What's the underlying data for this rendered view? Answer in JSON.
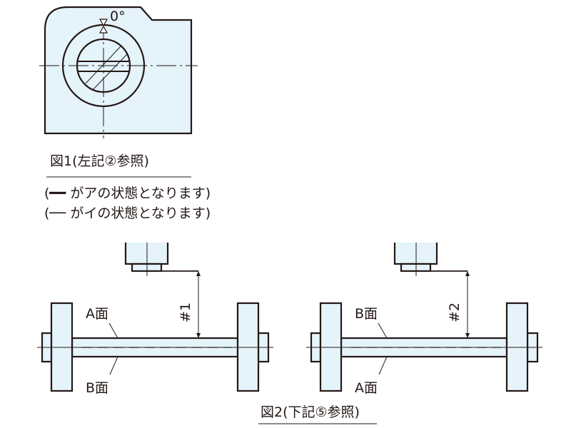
{
  "figure1": {
    "angle_label": "0°",
    "caption": "図1(左記②参照)",
    "note_line1": "(━━ がアの状態となります)",
    "note_line2": "(── がイの状態となります)"
  },
  "figure2": {
    "left": {
      "dimension_label": "#1",
      "top_face_label": "A面",
      "bottom_face_label": "B面"
    },
    "right": {
      "dimension_label": "#2",
      "top_face_label": "B面",
      "bottom_face_label": "A面"
    },
    "caption": "図2(下記⑤参照)"
  }
}
